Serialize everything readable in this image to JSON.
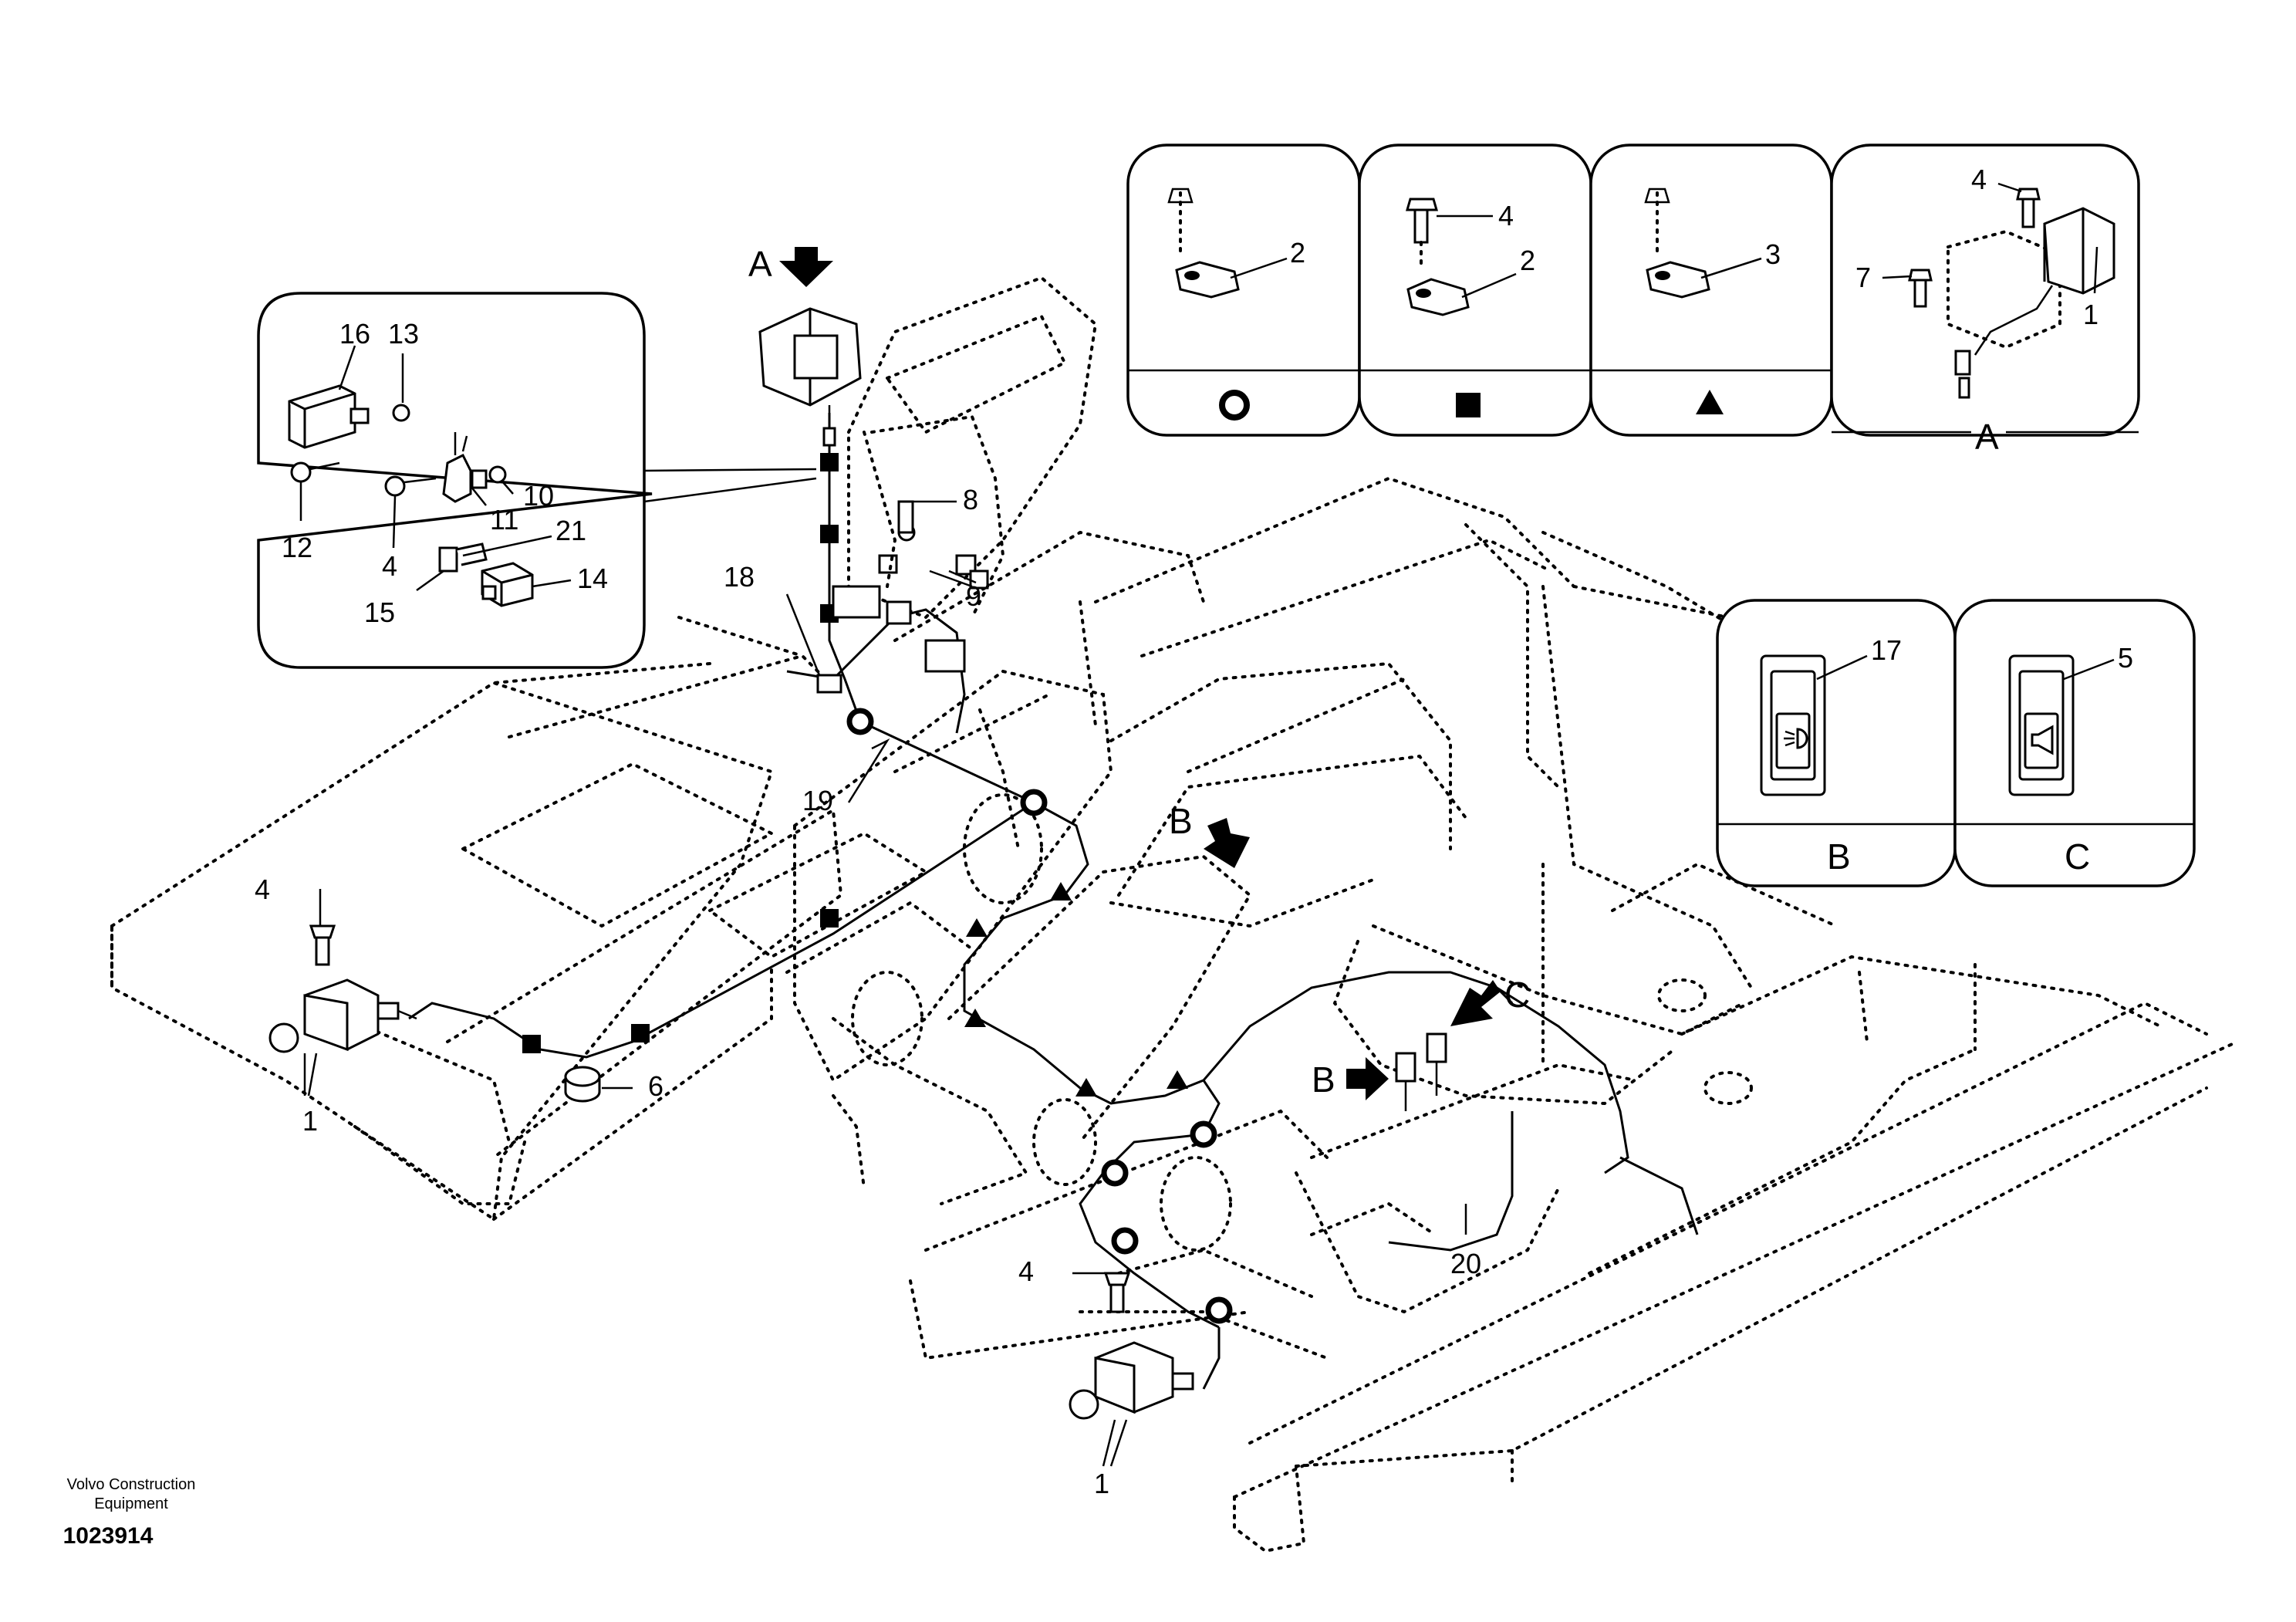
{
  "footer": {
    "company_line1": "Volvo Construction",
    "company_line2": "Equipment",
    "drawing_number": "1023914"
  },
  "detail_panels": {
    "circle": {
      "symbol": "circle-symbol",
      "labels": [
        "2"
      ]
    },
    "square": {
      "symbol": "square-symbol",
      "labels": [
        "4",
        "2"
      ]
    },
    "triangle": {
      "symbol": "triangle-symbol",
      "labels": [
        "3"
      ]
    },
    "A": {
      "caption": "A",
      "labels": [
        "4",
        "7",
        "1"
      ]
    },
    "B": {
      "caption": "B",
      "labels": [
        "17"
      ]
    },
    "C": {
      "caption": "C",
      "labels": [
        "5"
      ]
    }
  },
  "relay_inset": {
    "labels": [
      "16",
      "13",
      "10",
      "11",
      "12",
      "4",
      "21",
      "14",
      "15"
    ]
  },
  "view_markers": [
    "A",
    "B",
    "B",
    "C"
  ],
  "callouts": [
    "8",
    "9",
    "18",
    "19",
    "4",
    "6",
    "1",
    "4",
    "1",
    "20"
  ],
  "icons": {
    "switch_17": "work-light-icon",
    "switch_5": "horn-icon"
  }
}
